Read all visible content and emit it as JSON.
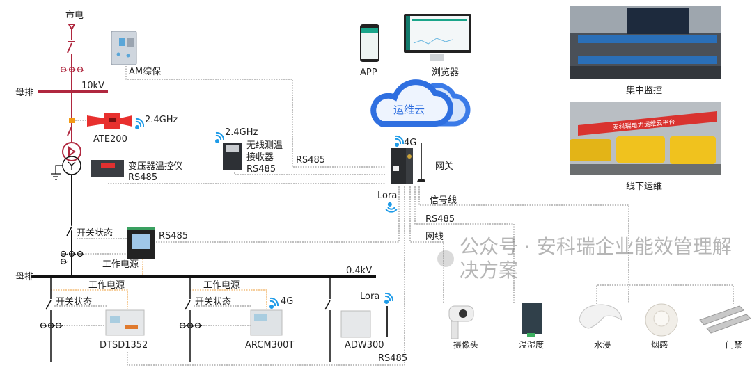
{
  "hv": {
    "source_label": "市电",
    "bus_label": "母排",
    "bus_voltage": "10kV"
  },
  "am": {
    "label": "AM综保"
  },
  "ate": {
    "label": "ATE200",
    "wireless": "2.4GHz"
  },
  "transformer_ctrl": {
    "label": "变压器温控仪",
    "protocol": "RS485"
  },
  "receiver": {
    "wireless": "2.4GHz",
    "label_line1": "无线测温",
    "label_line2": "接收器",
    "protocol": "RS485"
  },
  "gateway": {
    "label": "网关",
    "network": "4G",
    "lora": "Lora",
    "rs485": "RS485"
  },
  "cloud": {
    "label": "运维云",
    "app": "APP",
    "browser": "浏览器"
  },
  "photos": {
    "monitor_label": "集中监控",
    "banner_text": "安科瑞电力运维云平台",
    "field_label": "线下运维"
  },
  "lv": {
    "switch_status": "开关状态",
    "meter_protocol": "RS485",
    "power": "工作电源",
    "bus_label": "母排",
    "bus_voltage": "0.4kV"
  },
  "feeders": [
    {
      "power": "工作电源",
      "switch_status": "开关状态",
      "device": "DTSD1352"
    },
    {
      "power": "工作电源",
      "switch_status": "开关状态",
      "device": "ARCM300T",
      "network": "4G"
    },
    {
      "device": "ADW300",
      "network": "Lora"
    }
  ],
  "bottom_bus": {
    "protocol": "RS485"
  },
  "links": {
    "signal": "信号线",
    "rs485": "RS485",
    "ethernet": "网线"
  },
  "sensors": [
    "摄像头",
    "温湿度",
    "水浸",
    "烟感",
    "门禁"
  ],
  "watermark": "公众号 · 安科瑞企业能效管理解决方案",
  "colors": {
    "hv_line": "#b0283f",
    "lv_line": "#111111",
    "power_link": "#f0b060",
    "comm_link": "#9a9a9a",
    "wireless": "#1e9be8",
    "cloud": "#2f6fe0"
  }
}
